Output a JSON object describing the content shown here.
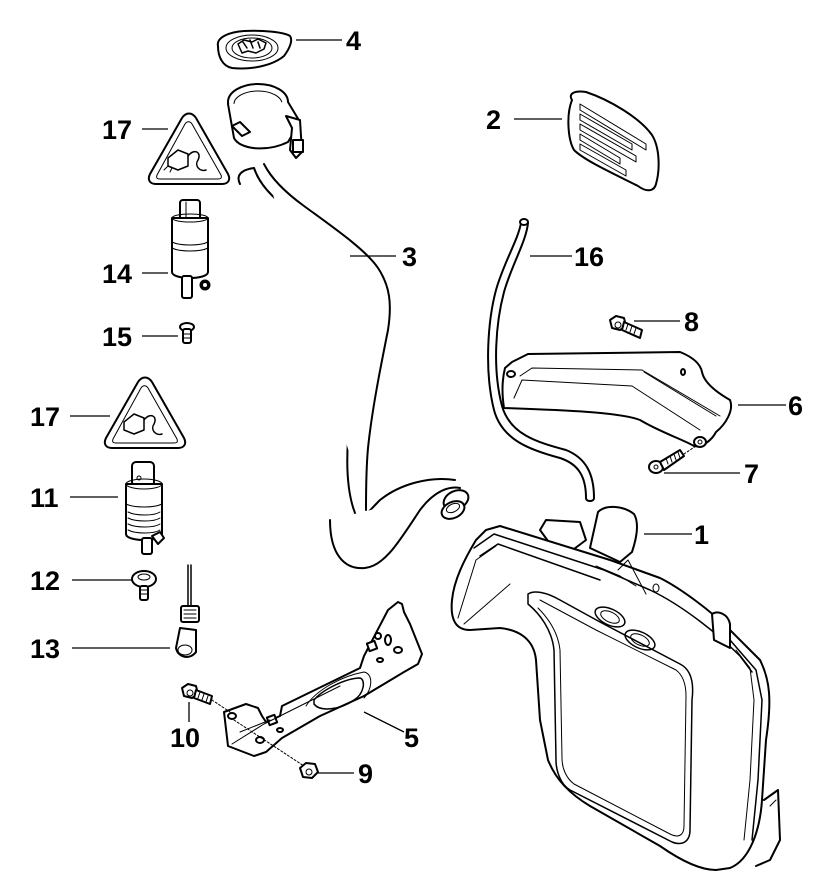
{
  "diagram": {
    "title": "Windshield washer reservoir assembly - exploded parts view",
    "background": "#ffffff",
    "line_color": "#000000",
    "callouts": [
      {
        "id": "1",
        "label": "1",
        "part": "washer-fluid-reservoir"
      },
      {
        "id": "2",
        "label": "2",
        "part": "information-label"
      },
      {
        "id": "3",
        "label": "3",
        "part": "filler-neck-hose"
      },
      {
        "id": "4",
        "label": "4",
        "part": "filler-cap"
      },
      {
        "id": "5",
        "label": "5",
        "part": "mounting-bracket-lower"
      },
      {
        "id": "6",
        "label": "6",
        "part": "mounting-bracket-upper"
      },
      {
        "id": "7",
        "label": "7",
        "part": "hex-bolt-with-washer"
      },
      {
        "id": "8",
        "label": "8",
        "part": "hex-bolt"
      },
      {
        "id": "9",
        "label": "9",
        "part": "hex-nut"
      },
      {
        "id": "10",
        "label": "10",
        "part": "hex-bolt"
      },
      {
        "id": "11",
        "label": "11",
        "part": "washer-pump"
      },
      {
        "id": "12",
        "label": "12",
        "part": "grommet"
      },
      {
        "id": "13",
        "label": "13",
        "part": "fluid-level-sensor"
      },
      {
        "id": "14",
        "label": "14",
        "part": "washer-pump"
      },
      {
        "id": "15",
        "label": "15",
        "part": "grommet"
      },
      {
        "id": "16",
        "label": "16",
        "part": "vent-hose"
      },
      {
        "id": "17a",
        "label": "17",
        "part": "warning-label"
      },
      {
        "id": "17b",
        "label": "17",
        "part": "warning-label"
      }
    ]
  }
}
